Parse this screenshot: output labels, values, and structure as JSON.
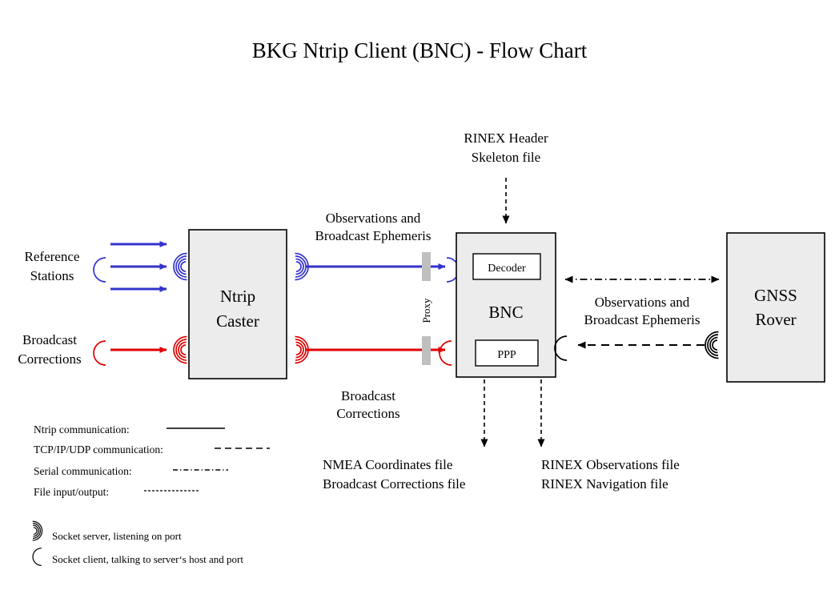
{
  "title": "BKG Ntrip Client (BNC)  -  Flow Chart",
  "nodes": {
    "reference_stations": "Reference\nStations",
    "reference_stations_l1": "Reference",
    "reference_stations_l2": "Stations",
    "broadcast_corrections_src_l1": "Broadcast",
    "broadcast_corrections_src_l2": "Corrections",
    "ntrip_caster_l1": "Ntrip",
    "ntrip_caster_l2": "Caster",
    "bnc": "BNC",
    "decoder": "Decoder",
    "ppp": "PPP",
    "gnss_rover_l1": "GNSS",
    "gnss_rover_l2": "Rover",
    "proxy": "Proxy"
  },
  "edge_labels": {
    "obs_eph_mid_l1": "Observations and",
    "obs_eph_mid_l2": "Broadcast Ephemeris",
    "broadcast_corrections_mid_l1": "Broadcast",
    "broadcast_corrections_mid_l2": "Corrections",
    "rinex_skeleton_l1": "RINEX Header",
    "rinex_skeleton_l2": "Skeleton file",
    "obs_eph_right_l1": "Observations and",
    "obs_eph_right_l2": "Broadcast Ephemeris",
    "out_left_l1": "NMEA Coordinates file",
    "out_left_l2": "Broadcast Corrections file",
    "out_right_l1": "RINEX Observations file",
    "out_right_l2": "RINEX Navigation file"
  },
  "legend": {
    "lines": [
      {
        "label": "Ntrip communication:",
        "style": "solid"
      },
      {
        "label": "TCP/IP/UDP communication:",
        "style": "dashed"
      },
      {
        "label": "Serial communication:",
        "style": "dash-dot"
      },
      {
        "label": "File input/output:",
        "style": "dotted"
      }
    ],
    "sockets": [
      {
        "icon": "socket-server-icon",
        "label": "Socket server, listening on port"
      },
      {
        "icon": "socket-client-icon",
        "label": "Socket client, talking to server‘s host and port"
      }
    ]
  },
  "colors": {
    "observations_blue": "#3333CC",
    "corrections_red": "#E00000",
    "box_fill": "#ECECEC",
    "box_stroke": "#000000",
    "proxy_bar": "#BFBFBF",
    "background": "#FFFFFF"
  }
}
